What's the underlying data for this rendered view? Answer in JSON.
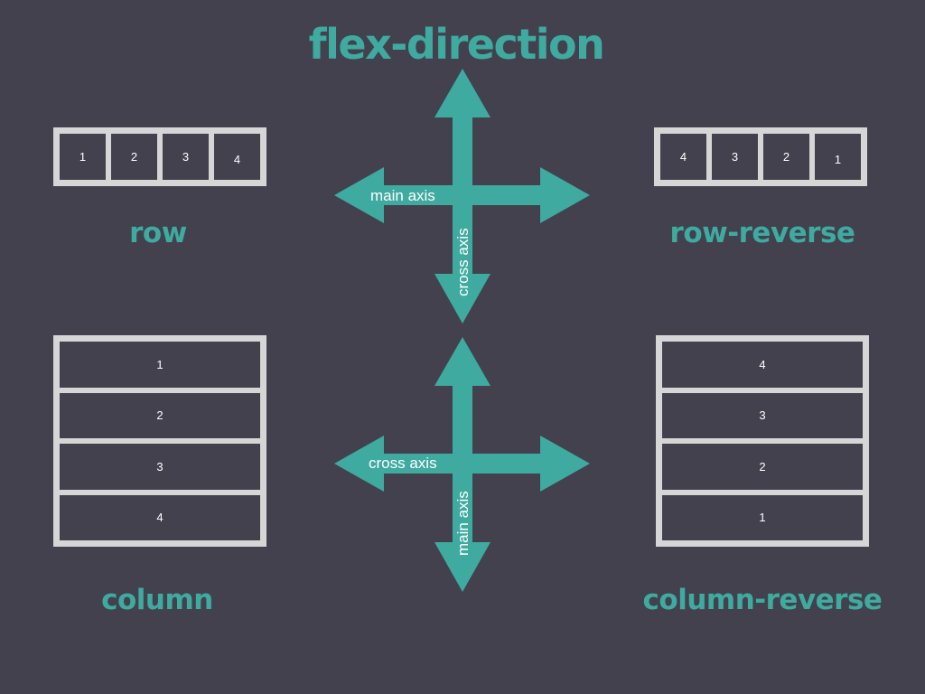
{
  "title": "flex-direction",
  "row": {
    "label": "row",
    "items": [
      "1",
      "2",
      "3",
      "4"
    ]
  },
  "row_reverse": {
    "label": "row-reverse",
    "items": [
      "4",
      "3",
      "2",
      "1"
    ]
  },
  "column": {
    "label": "column",
    "items": [
      "1",
      "2",
      "3",
      "4"
    ]
  },
  "column_reverse": {
    "label": "column-reverse",
    "items": [
      "4",
      "3",
      "2",
      "1"
    ]
  },
  "row_axes": {
    "main": "main axis",
    "cross": "cross axis"
  },
  "column_axes": {
    "cross": "cross axis",
    "main": "main axis"
  },
  "colors": {
    "background": "#42414d",
    "accent": "#3faaa0",
    "frame": "#d6d6d6",
    "text": "#ffffff"
  }
}
